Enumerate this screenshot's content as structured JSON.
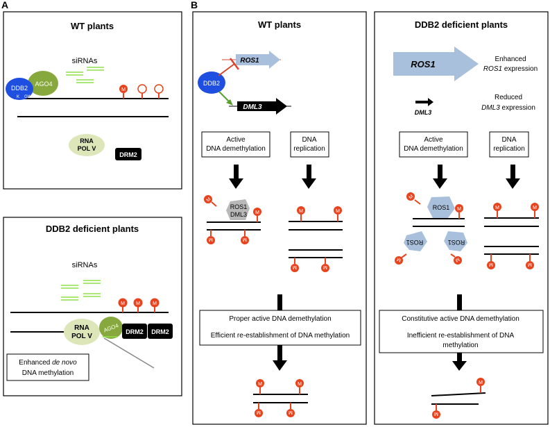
{
  "panel_a": {
    "letter": "A",
    "wt": {
      "title": "WT plants",
      "sirnas": "siRNAs",
      "ddb2": "DDB2",
      "k": "K",
      "gw": "GW",
      "ago4": "AGO4",
      "m": "M",
      "rna_line1": "RNA",
      "rna_line2": "POL V",
      "drm2": "DRM2"
    },
    "ddb2": {
      "title": "DDB2 deficient plants",
      "sirnas": "siRNAs",
      "m": "M",
      "rna_line1": "RNA",
      "rna_line2": "POL V",
      "ago4": "AGO4",
      "drm2": "DRM2",
      "note_prefix": "Enhanced ",
      "note_italic": "de novo",
      "note_line2": "DNA methylation"
    }
  },
  "panel_b": {
    "letter": "B",
    "wt": {
      "title": "WT plants",
      "ros1": "ROS1",
      "dml3": "DML3",
      "ddb2": "DDB2",
      "box_active_1": "Active",
      "box_active_2": "DNA demethylation",
      "box_repl_1": "DNA",
      "box_repl_2": "replication",
      "enzyme_1": "ROS1",
      "enzyme_2": "DML3",
      "m": "M",
      "outcome_1": "Proper active DNA demethylation",
      "outcome_2": "Efficient re-establishment of DNA methylation"
    },
    "ddb2": {
      "title": "DDB2 deficient plants",
      "ros1": "ROS1",
      "ros1_note_1": "Enhanced",
      "ros1_note_2": "ROS1",
      "ros1_note_3": " expression",
      "dml3": "DML3",
      "dml3_note_1": "Reduced",
      "dml3_note_2": "DML3",
      "dml3_note_3": " expression",
      "box_active_1": "Active",
      "box_active_2": "DNA demethylation",
      "box_repl_1": "DNA",
      "box_repl_2": "replication",
      "enzyme": "ROS1",
      "m": "M",
      "outcome_1": "Constitutive active DNA demethylation",
      "outcome_2": "Inefficient re-establishment of DNA",
      "outcome_3": "methylation"
    }
  },
  "colors": {
    "methyl": "#e8431c",
    "ddb2": "#1f4fe0",
    "ago4": "#86a83c",
    "rnapol": "#dde6b8",
    "sirna": "#8fe04a",
    "ros1": "#a9c0dc",
    "enzyme_gray": "#b8b8b8",
    "arrow_green": "#58a030",
    "inhibit_red": "#d9452b"
  }
}
